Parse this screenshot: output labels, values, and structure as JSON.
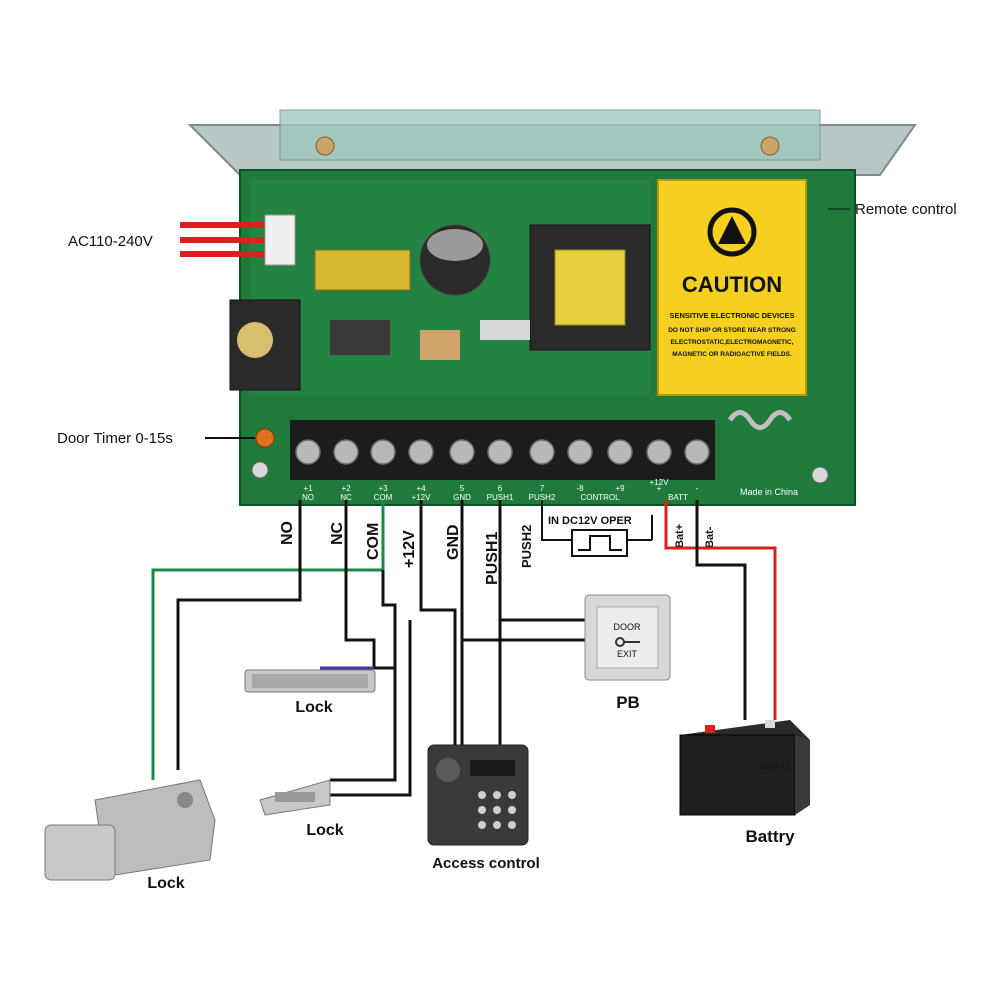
{
  "power_supply": {
    "ac_input_label": "AC110-240V",
    "remote_control_label": "Remote control",
    "door_timer_label": "Door Timer 0-15s",
    "made_in": "Made in China",
    "caution": {
      "title": "CAUTION",
      "line1": "SENSITIVE ELECTRONIC DEVICES",
      "line2": "DO NOT SHIP OR STORE NEAR STRONG",
      "line3": "ELECTROSTATIC,ELECTROMAGNETIC,",
      "line4": "MAGNETIC OR RADIOACTIVE FIELDS."
    },
    "terminals_printed": [
      "NO",
      "NC",
      "COM",
      "+12V",
      "GND",
      "PUSH1",
      "PUSH2",
      "CONTROL",
      "+12V",
      "BATT"
    ],
    "terminal_numbers": [
      "+1",
      "+2",
      "+3",
      "+4",
      "5",
      "6",
      "7",
      "-8",
      "+9",
      "+",
      "-"
    ]
  },
  "wire_labels": {
    "no": "NO",
    "nc": "NC",
    "com": "COM",
    "v12": "+12V",
    "gnd": "GND",
    "push1": "PUSH1",
    "push2": "PUSH2",
    "in_dc12v": "IN DC12V OPER",
    "bat_plus": "Bat+",
    "bat_minus": "Bat-"
  },
  "components": {
    "lock_magnetic": "Lock",
    "lock_strike": "Lock",
    "lock_rim": "Lock",
    "access_control": "Access control",
    "push_button": "PB",
    "push_button_face_top": "DOOR",
    "push_button_face_bottom": "EXIT",
    "battery": "Battry",
    "battery_model": "NP7-12"
  },
  "colors": {
    "pcb_green": "#1f7a3c",
    "caution_yellow": "#f5d020",
    "wire_black": "#111111",
    "wire_green": "#1a8a4a",
    "wire_red": "#d8201c",
    "wire_blue": "#3a3aa0"
  }
}
